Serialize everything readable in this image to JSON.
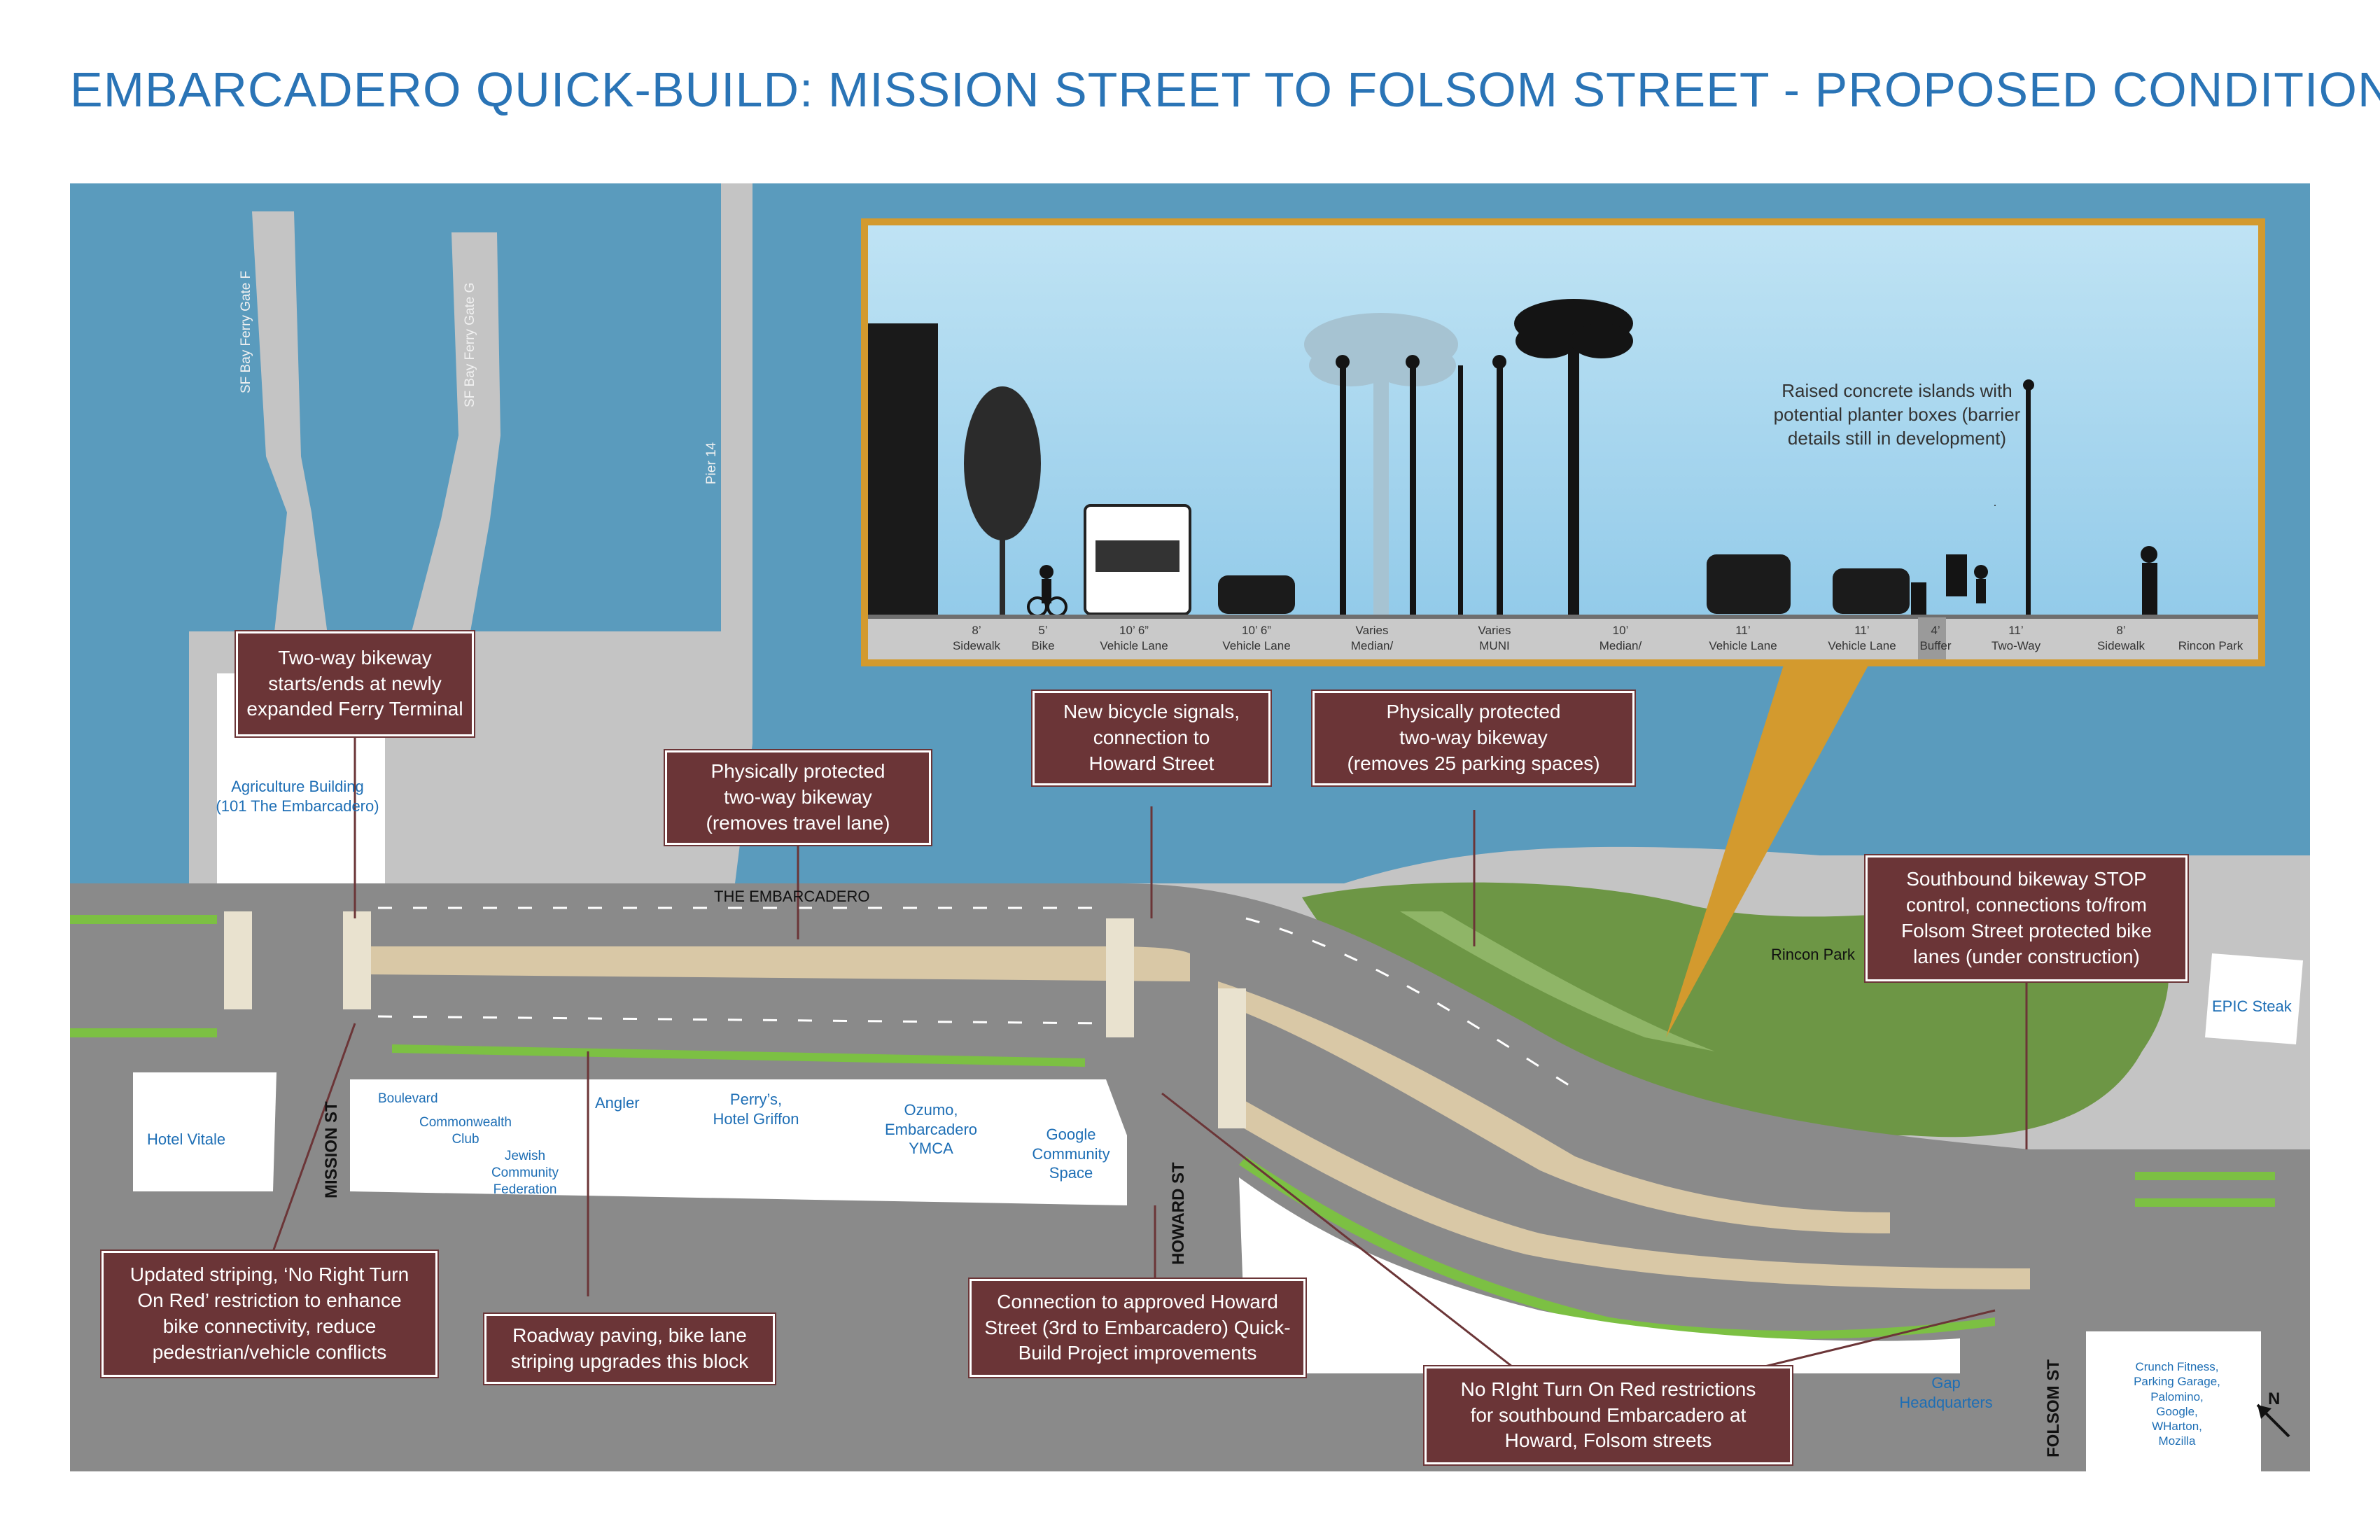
{
  "title": "EMBARCADERO QUICK-BUILD: MISSION STREET TO FOLSOM STREET - PROPOSED CONDITIONS",
  "colors": {
    "water": "#5a9bbd",
    "pier": "#c4c4c4",
    "road": "#8a8a8a",
    "park": "#6d9645",
    "bikeway": "#7cc043",
    "callout": "#6b3537",
    "frame": "#d39a2e",
    "title": "#2a74b6"
  },
  "labels": {
    "ferry_f": "SF Bay Ferry Gate F",
    "ferry_g": "SF Bay Ferry Gate G",
    "pier14": "Pier 14",
    "agriculture": [
      "Agriculture Building",
      "(101 The Embarcadero)"
    ],
    "embarcadero": "THE EMBARCADERO",
    "rincon_park": "Rincon Park",
    "epic": "EPIC Steak",
    "hotel_vitale": "Hotel Vitale",
    "boulevard": "Boulevard",
    "commonwealth": [
      "Commonwealth",
      "Club"
    ],
    "jewish": [
      "Jewish",
      "Community",
      "Federation"
    ],
    "angler": "Angler",
    "perrys": [
      "Perry’s,",
      "Hotel Griffon"
    ],
    "ozumo": [
      "Ozumo,",
      "Embarcadero",
      "YMCA"
    ],
    "google": [
      "Google",
      "Community",
      "Space"
    ],
    "gap": [
      "Gap",
      "Headquarters"
    ],
    "crunch": [
      "Crunch Fitness,",
      "Parking Garage,",
      "Palomino,",
      "Google,",
      "WHarton,",
      "Mozilla"
    ],
    "north": "N"
  },
  "streets": {
    "mission": "MISSION ST",
    "howard": "HOWARD ST",
    "folsom": "FOLSOM ST"
  },
  "callouts": {
    "c1": [
      "Two-way bikeway",
      "starts/ends at newly",
      "expanded Ferry Terminal"
    ],
    "c2": [
      "Physically protected",
      "two-way bikeway",
      "(removes travel lane)"
    ],
    "c3": [
      "New bicycle signals,",
      "connection to",
      "Howard Street"
    ],
    "c4": [
      "Physically protected",
      "two-way bikeway",
      "(removes 25 parking spaces)"
    ],
    "c5": [
      "Southbound bikeway STOP",
      "control, connections to/from",
      "Folsom Street protected bike",
      "lanes (under construction)"
    ],
    "c6": [
      "Updated striping, ‘No Right Turn",
      "On Red’ restriction to enhance",
      "bike connectivity, reduce",
      "pedestrian/vehicle conflicts"
    ],
    "c7": [
      "Roadway paving, bike lane",
      "striping upgrades this block"
    ],
    "c8": [
      "Connection to approved Howard",
      "Street (3rd to Embarcadero) Quick-",
      "Build Project improvements"
    ],
    "c9": [
      "No RIght Turn On Red restrictions",
      "for southbound Embarcadero at",
      "Howard, Folsom streets"
    ]
  },
  "cross_section": {
    "note": [
      "Raised concrete islands with",
      "potential planter boxes (barrier",
      "details still in development)"
    ],
    "lanes": [
      {
        "width": "8’",
        "name": "Sidewalk"
      },
      {
        "width": "5’",
        "name": "Bike"
      },
      {
        "width": "10’ 6”",
        "name": "Vehicle Lane"
      },
      {
        "width": "10’ 6”",
        "name": "Vehicle Lane"
      },
      {
        "width": "Varies",
        "name": "Median/"
      },
      {
        "width": "Varies",
        "name": "MUNI"
      },
      {
        "width": "10’",
        "name": "Median/"
      },
      {
        "width": "11’",
        "name": "Vehicle Lane"
      },
      {
        "width": "11’",
        "name": "Vehicle Lane"
      },
      {
        "width": "4’",
        "name": "Buffer"
      },
      {
        "width": "11’",
        "name": "Two-Way"
      },
      {
        "width": "8’",
        "name": "Sidewalk"
      },
      {
        "width": "",
        "name": "Rincon Park"
      }
    ]
  }
}
